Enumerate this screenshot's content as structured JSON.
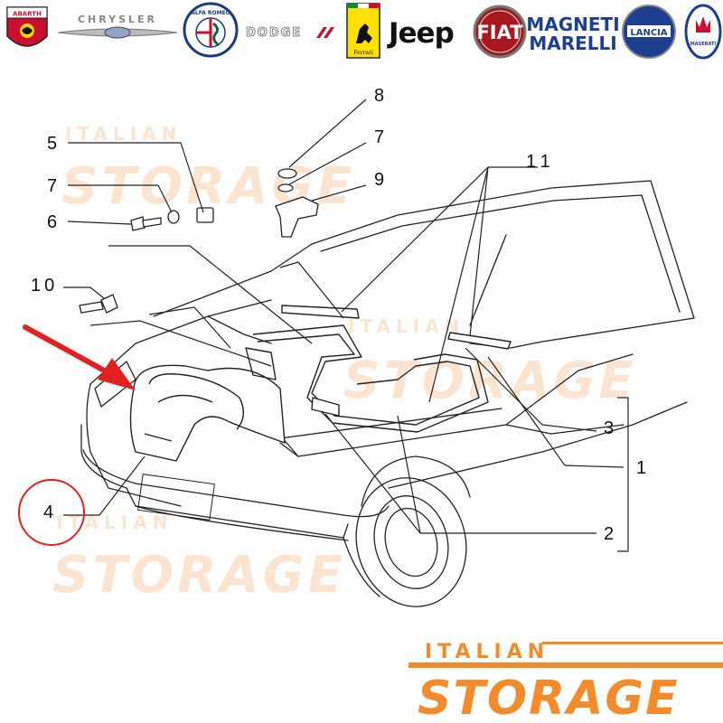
{
  "brands": {
    "abarth": "ABARTH",
    "chrysler": "CHRYSLER",
    "alfa_romeo": "ALFA ROMEO",
    "dodge": "DODGE",
    "ferrari": "Ferrari",
    "jeep": "Jeep",
    "fiat": "FIAT",
    "magneti_marelli_line1": "MAGNETI",
    "magneti_marelli_line2": "MARELLI",
    "lancia": "LANCIA",
    "maserati": "MASERATI"
  },
  "callouts": {
    "c1": "1",
    "c2": "2",
    "c3": "3",
    "c4": "4",
    "c5": "5",
    "c6": "6",
    "c7a": "7",
    "c7b": "7",
    "c8": "8",
    "c9": "9",
    "c10": "10",
    "c11": "11"
  },
  "watermark": {
    "small": "ITALIAN",
    "big": "STORAGE"
  },
  "logo": {
    "top": "ITALIAN",
    "bottom": "STORAGE"
  },
  "colors": {
    "accent_orange": "#f28b2c",
    "highlight_red": "#e0211f",
    "line": "#222222"
  }
}
